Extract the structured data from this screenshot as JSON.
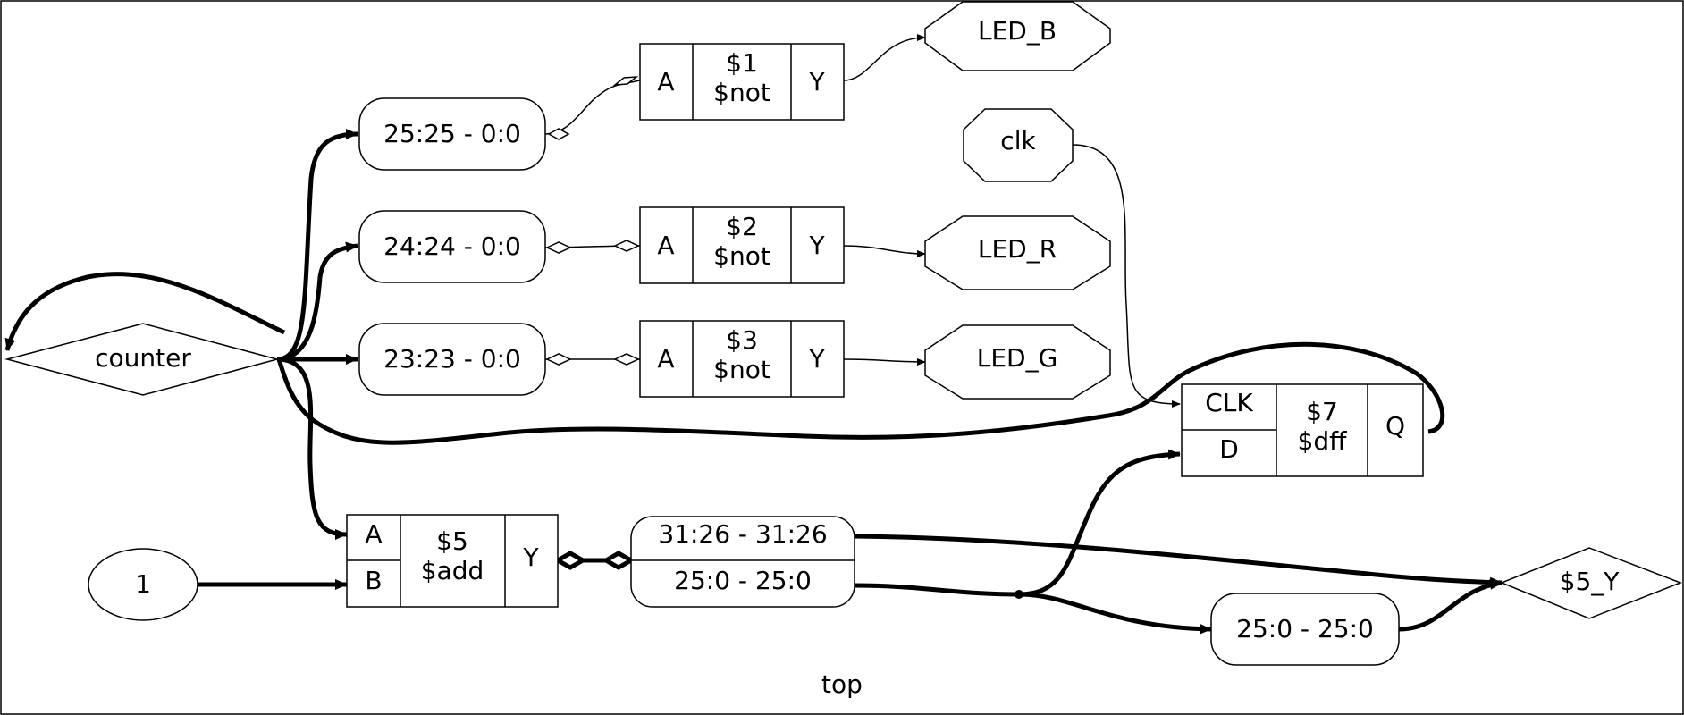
{
  "diagram": {
    "title": "top",
    "nodes": {
      "counter": "counter",
      "one": "1",
      "clk": "clk",
      "led_b": "LED_B",
      "led_r": "LED_R",
      "led_g": "LED_G",
      "sig_5y": "$5_Y",
      "slice_25": "25:25 - 0:0",
      "slice_24": "24:24 - 0:0",
      "slice_23": "23:23 - 0:0",
      "split_hi": "31:26 - 31:26",
      "split_lo": "25:0 - 25:0",
      "slice_low": "25:0 - 25:0"
    },
    "cells": {
      "not1": {
        "port_a": "A",
        "id": "$1",
        "type": "$not",
        "port_y": "Y"
      },
      "not2": {
        "port_a": "A",
        "id": "$2",
        "type": "$not",
        "port_y": "Y"
      },
      "not3": {
        "port_a": "A",
        "id": "$3",
        "type": "$not",
        "port_y": "Y"
      },
      "add5": {
        "port_a": "A",
        "port_b": "B",
        "id": "$5",
        "type": "$add",
        "port_y": "Y"
      },
      "dff7": {
        "port_clk": "CLK",
        "port_d": "D",
        "id": "$7",
        "type": "$dff",
        "port_q": "Q"
      }
    }
  }
}
